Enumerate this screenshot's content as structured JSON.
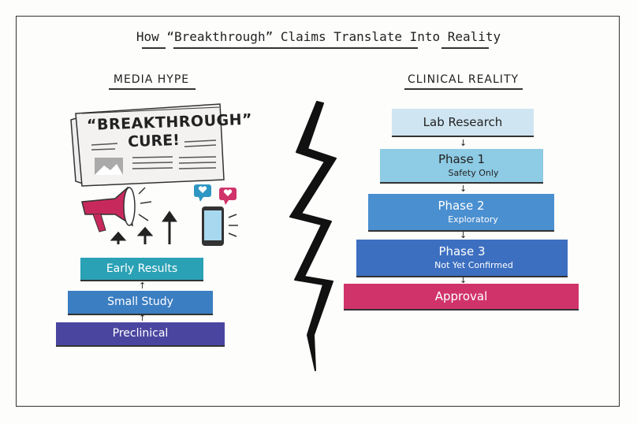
{
  "title": "How “Breakthrough” Claims Translate Into Reality",
  "left": {
    "heading": "MEDIA HYPE",
    "newspaper": {
      "headline1": "“BREAKTHROUGH”",
      "headline2": "CURE!"
    },
    "steps": [
      {
        "label": "Early Results",
        "color": "#2aa1b5"
      },
      {
        "label": "Small Study",
        "color": "#3b7ec2"
      },
      {
        "label": "Preclinical",
        "color": "#4a46a0"
      }
    ]
  },
  "right": {
    "heading": "CLINICAL REALITY",
    "steps": [
      {
        "label": "Lab Research",
        "sub": "",
        "color": "#cfe6f2"
      },
      {
        "label": "Phase 1",
        "sub": "Safety Only",
        "color": "#8ecbe4"
      },
      {
        "label": "Phase 2",
        "sub": "Exploratory",
        "color": "#4a8fd0"
      },
      {
        "label": "Phase 3",
        "sub": "Not Yet Confirmed",
        "color": "#3c6fc0"
      },
      {
        "label": "Approval",
        "sub": "",
        "color": "#d0336a"
      }
    ]
  }
}
